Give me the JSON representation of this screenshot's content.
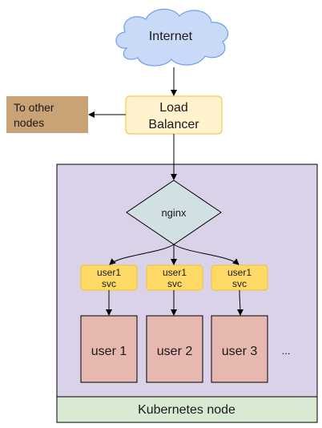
{
  "internet": {
    "label": "Internet"
  },
  "load_balancer": {
    "line1": "Load",
    "line2": "Balancer"
  },
  "other_nodes": {
    "line1": "To other",
    "line2": "nodes"
  },
  "nginx": {
    "label": "nginx"
  },
  "services": [
    {
      "line1": "user1",
      "line2": "svc"
    },
    {
      "line1": "user1",
      "line2": "svc"
    },
    {
      "line1": "user1",
      "line2": "svc"
    }
  ],
  "users": [
    {
      "label": "user 1"
    },
    {
      "label": "user 2"
    },
    {
      "label": "user 3"
    }
  ],
  "ellipsis": "...",
  "node": {
    "label": "Kubernetes node"
  },
  "colors": {
    "cloud_fill": "#c9daf8",
    "cloud_stroke": "#6d9eeb",
    "lb_fill": "#fff2cc",
    "lb_stroke": "#f1c232",
    "other_fill": "#c9a275",
    "node_fill": "#d9d2e9",
    "node_footer": "#d9ead3",
    "nginx_fill": "#d0e0e3",
    "svc_fill": "#ffd966",
    "svc_stroke": "#f1c232",
    "user_fill": "#e6b8af"
  }
}
